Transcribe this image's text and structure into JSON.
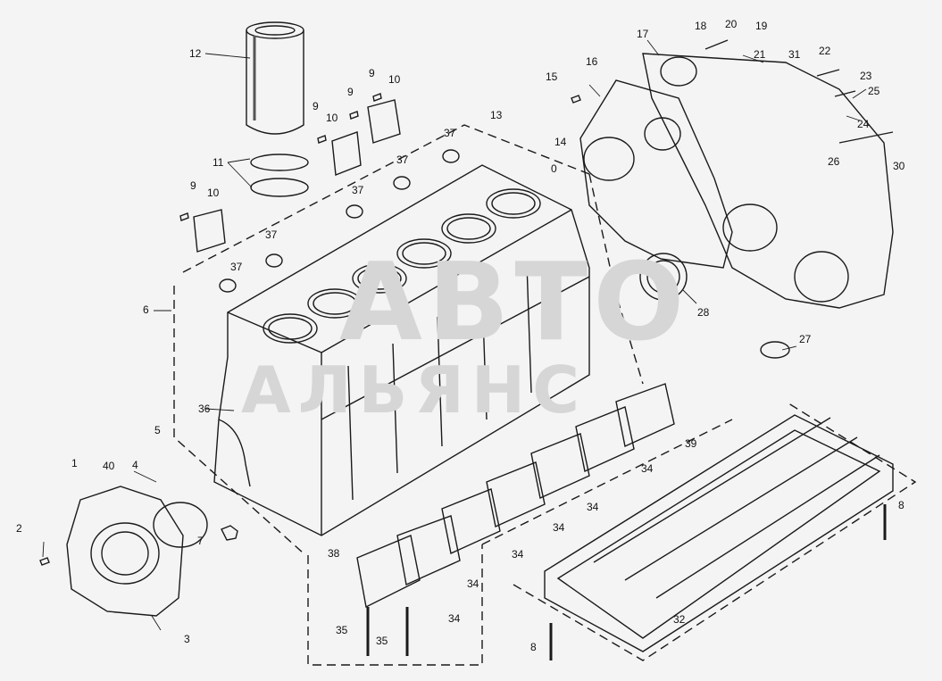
{
  "watermark": {
    "line1": "АВТО",
    "line2": "АЛЬЯНС"
  },
  "callouts": {
    "c1": "1",
    "c2": "2",
    "c3": "3",
    "c4": "4",
    "c5": "5",
    "c6": "6",
    "c7": "7",
    "c8a": "8",
    "c8b": "8",
    "c9a": "9",
    "c9b": "9",
    "c9c": "9",
    "c9d": "9",
    "c10a": "10",
    "c10b": "10",
    "c10c": "10",
    "c11": "11",
    "c12": "12",
    "c13": "13",
    "c14": "14",
    "c15": "15",
    "c16": "16",
    "c17": "17",
    "c18": "18",
    "c19": "19",
    "c20": "20",
    "c21": "21",
    "c22": "22",
    "c23": "23",
    "c24": "24",
    "c25": "25",
    "c26": "26",
    "c27": "27",
    "c28": "28",
    "c30": "30",
    "c31": "31",
    "c32": "32",
    "c34a": "34",
    "c34b": "34",
    "c34c": "34",
    "c34d": "34",
    "c34e": "34",
    "c34f": "34",
    "c35a": "35",
    "c35b": "35",
    "c36": "36",
    "c37a": "37",
    "c37b": "37",
    "c37c": "37",
    "c37d": "37",
    "c37e": "37",
    "c38": "38",
    "c39": "39",
    "c40": "40",
    "c0": "0"
  },
  "colors": {
    "line": "#1a1a1a",
    "paper": "#f4f4f4",
    "watermark": "#d6d6d6"
  }
}
